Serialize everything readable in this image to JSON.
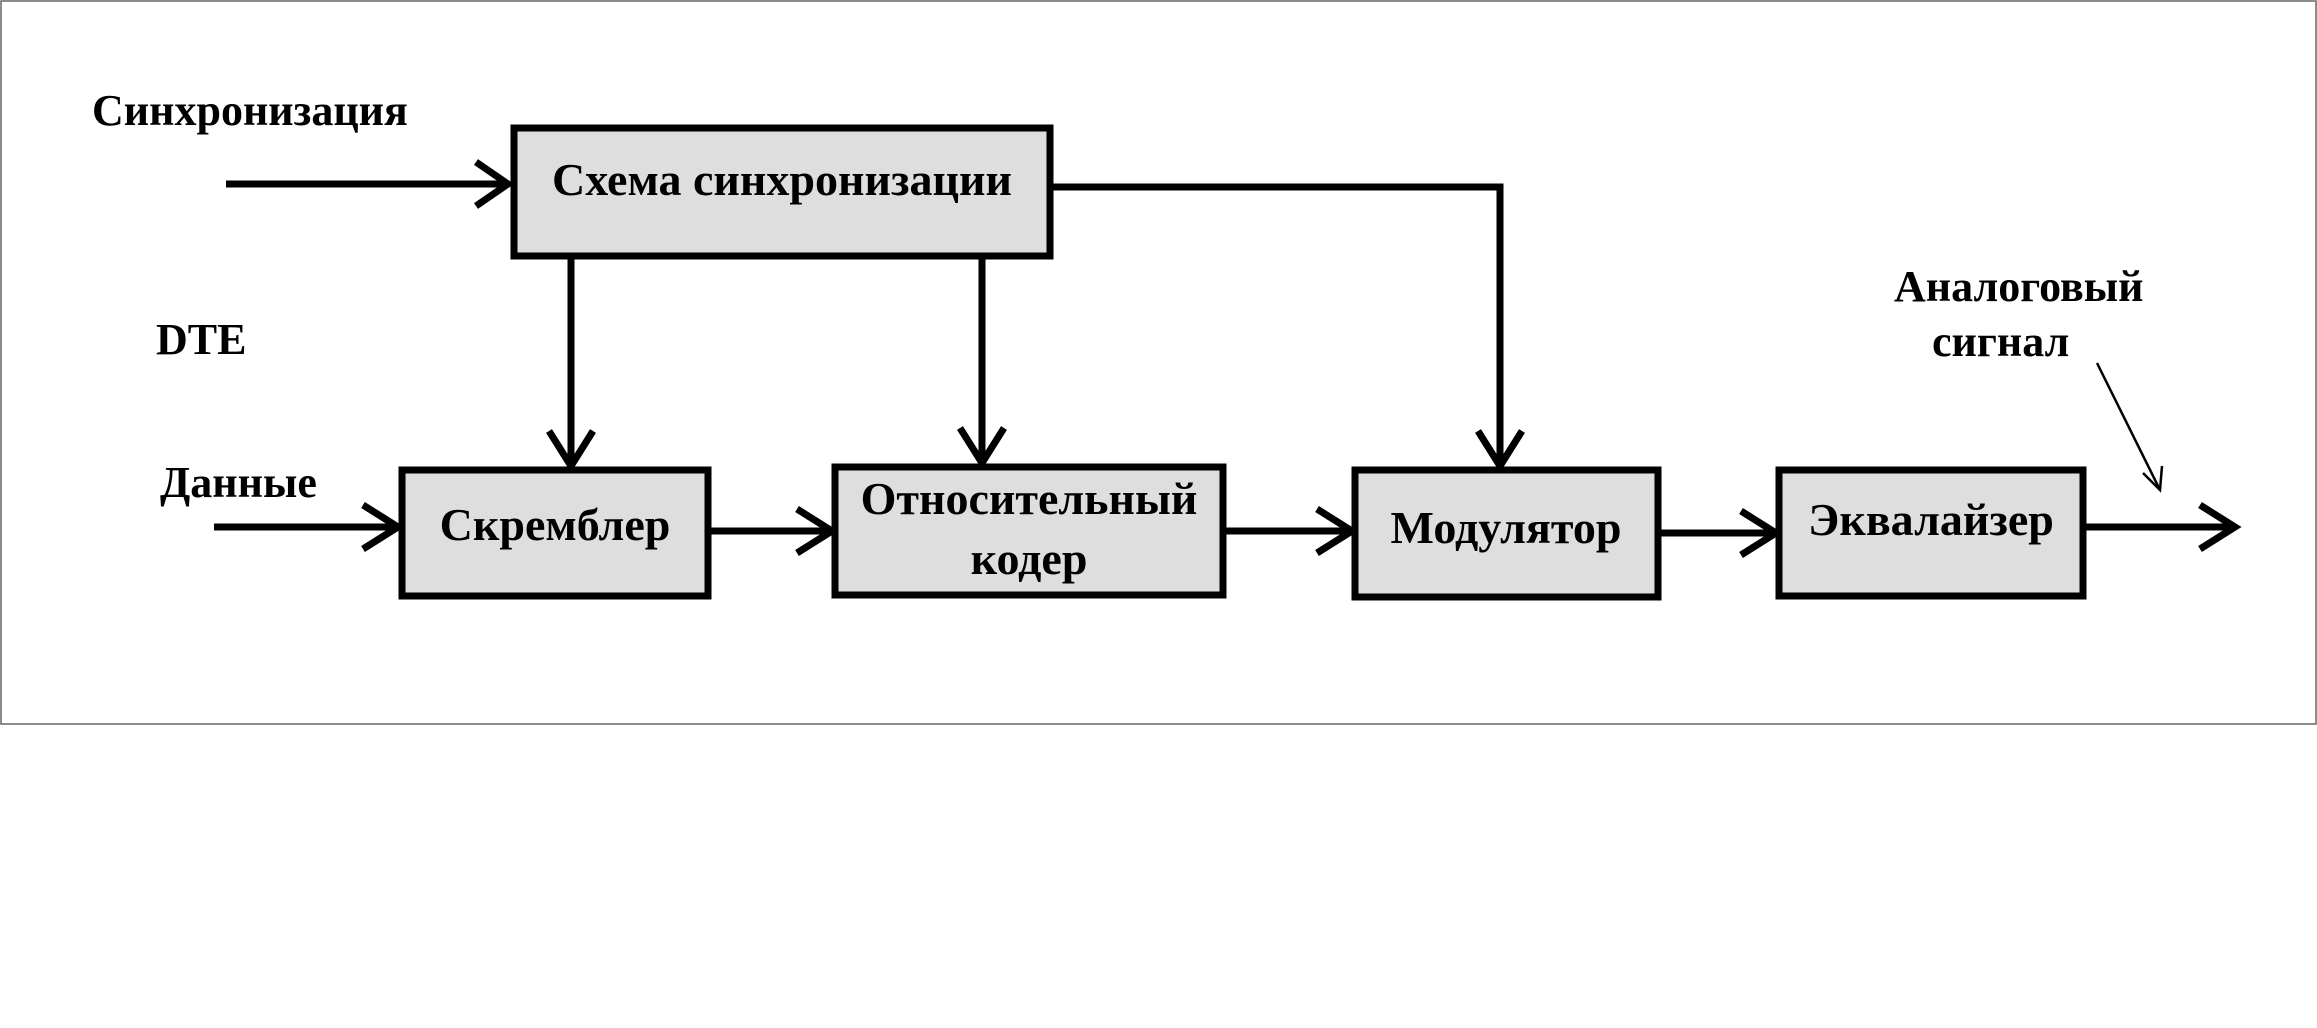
{
  "diagram": {
    "inputs": {
      "sync": "Синхронизация",
      "dte": "DTE",
      "data": "Данные"
    },
    "output": {
      "line1": "Аналоговый",
      "line2": "сигнал"
    },
    "blocks": {
      "sync_circuit": "Схема синхронизации",
      "scrambler": "Скремблер",
      "relative_coder_line1": "Относительный",
      "relative_coder_line2": "кодер",
      "modulator": "Модулятор",
      "equalizer": "Эквалайзер"
    }
  }
}
